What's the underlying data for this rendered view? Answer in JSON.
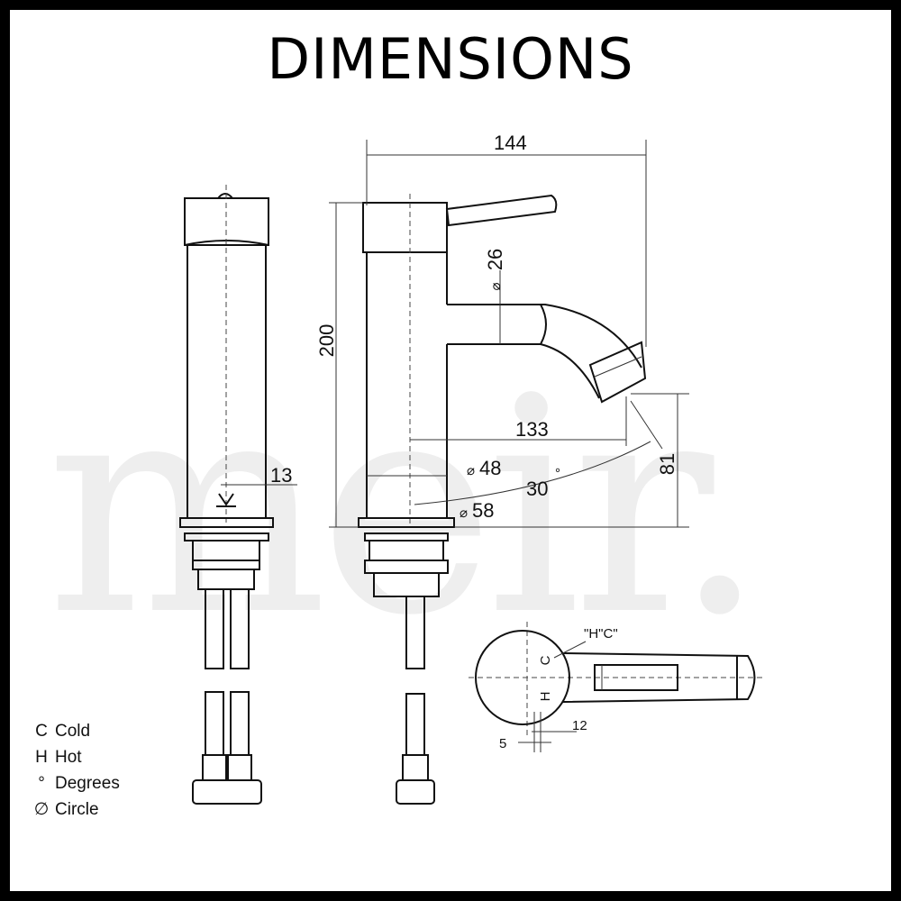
{
  "title": "DIMENSIONS",
  "watermark": "meir.",
  "dimensions": {
    "width": "144",
    "height": "200",
    "spout_dia": "26",
    "reach": "133",
    "spout_height": "81",
    "hole_gap": "13",
    "base_dia_inner": "48",
    "angle": "30",
    "degree": "°",
    "base_dia_outer": "58",
    "hc_label": "\"H\"C\"",
    "c_mark": "C",
    "h_mark": "H",
    "small_a": "5",
    "small_b": "12",
    "dia_symbol": "⌀"
  },
  "legend": [
    {
      "symbol": "C",
      "label": "Cold"
    },
    {
      "symbol": "H",
      "label": "Hot"
    },
    {
      "symbol": "°",
      "label": "Degrees"
    },
    {
      "symbol": "∅",
      "label": "Circle"
    }
  ]
}
